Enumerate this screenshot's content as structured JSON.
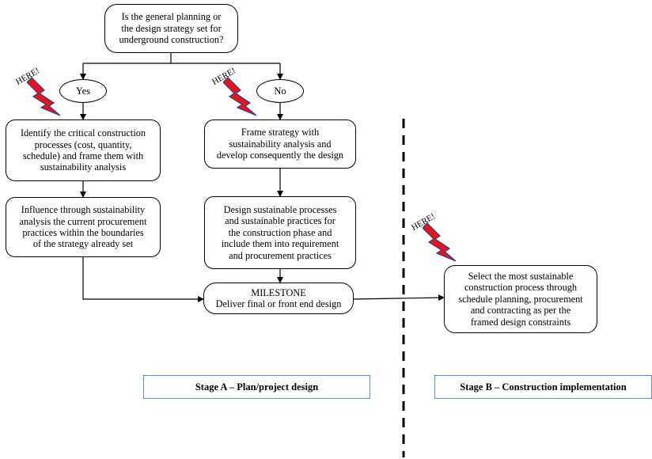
{
  "flowchart": {
    "question": [
      "Is the general planning or",
      "the design strategy set for",
      "underground construction?"
    ],
    "yes": "Yes",
    "no": "No",
    "identify": [
      "Identify the critical construction",
      "processes (cost, quantity,",
      "schedule) and frame them with",
      "sustainability  analysis"
    ],
    "influence": [
      "Influence through sustainability",
      "analysis the current procurement",
      "practices within  the boundaries",
      "of the strategy already set"
    ],
    "frame": [
      "Frame strategy with",
      "sustainability analysis and",
      "develop consequently the design"
    ],
    "design": [
      "Design sustainable processes",
      "and sustainable practices for",
      "the construction phase and",
      "include them into requirement",
      "and procurement practices"
    ],
    "milestone": [
      "MILESTONE",
      "Deliver  final  or front end design"
    ],
    "select": [
      "Select the most sustainable",
      "construction process through",
      "schedule planning,  procurement",
      "and contracting as per the",
      "framed design constraints"
    ]
  },
  "markers": {
    "here_label": "HERE!",
    "bolt_color": "#e8141b",
    "bolt_outline": "#2b3a8f"
  },
  "stages": {
    "a": "Stage A – Plan/project design",
    "b": "Stage B – Construction implementation",
    "border_color": "#5b8ed6"
  }
}
